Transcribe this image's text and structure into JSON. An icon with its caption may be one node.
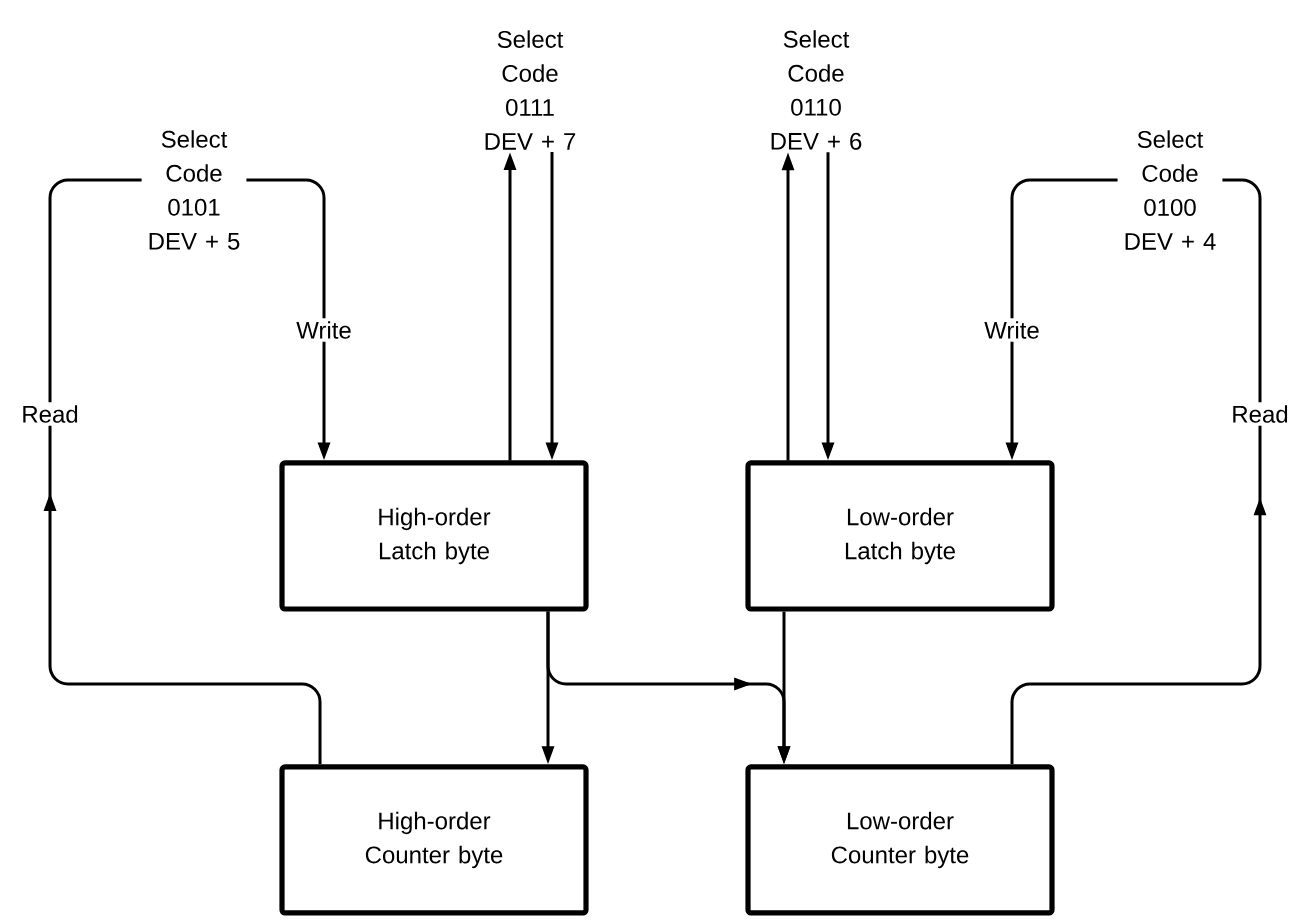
{
  "diagram": {
    "nodes": [
      {
        "text": [
          "Select Code 0101 DEV + 5"
        ]
      },
      {
        "text": [
          "Select Code 0111 DEV + 7"
        ]
      },
      {
        "text": [
          "Select Code 0110 DEV + 6"
        ]
      },
      {
        "text": [
          "Select Code 0100 DEV + 4"
        ]
      },
      {
        "text": [
          "High-order Latch byte"
        ]
      },
      {
        "text": [
          "Low-order Latch byte"
        ]
      },
      {
        "text": [
          "High-order Counter byte"
        ]
      },
      {
        "text": [
          "Low-order Counter byte"
        ]
      }
    ],
    "edges": [
      {
        "from": 6,
        "to": 0,
        "arrow": "to",
        "label": "Read"
      },
      {
        "from": 0,
        "to": 4,
        "arrow": "to",
        "label": "Write"
      },
      {
        "from": 4,
        "to": 1,
        "arrow": "to"
      },
      {
        "from": 1,
        "to": 4,
        "arrow": "to"
      },
      {
        "from": 5,
        "to": 2,
        "arrow": "to"
      },
      {
        "from": 2,
        "to": 5,
        "arrow": "to"
      },
      {
        "from": 3,
        "to": 5,
        "arrow": "to",
        "label": "Write"
      },
      {
        "from": 7,
        "to": 3,
        "arrow": "to",
        "label": "Read"
      },
      {
        "from": 4,
        "to": 6,
        "arrow": "to"
      },
      {
        "from": 5,
        "to": 7,
        "arrow": "to"
      },
      {
        "from": 4,
        "to": 7,
        "arrow": "to"
      }
    ]
  }
}
